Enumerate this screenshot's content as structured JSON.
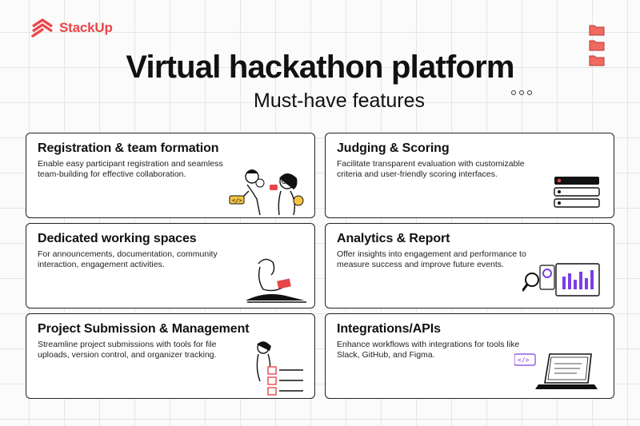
{
  "brand": {
    "name": "StackUp",
    "color": "#e9464a"
  },
  "header": {
    "title": "Virtual hackathon platform",
    "subtitle": "Must-have features"
  },
  "cards": [
    {
      "title": "Registration & team formation",
      "description": "Enable easy participant registration and seamless team-building for effective collaboration.",
      "icon": "team-collaboration-illustration"
    },
    {
      "title": "Judging & Scoring",
      "description": "Facilitate transparent evaluation with customizable criteria and user-friendly scoring interfaces.",
      "icon": "scoring-list-illustration"
    },
    {
      "title": "Dedicated working spaces",
      "description": "For announcements, documentation, community interaction, engagement activities.",
      "icon": "person-laptop-illustration"
    },
    {
      "title": "Analytics & Report",
      "description": "Offer insights into engagement and performance to measure success and improve future events.",
      "icon": "analytics-chart-illustration"
    },
    {
      "title": "Project Submission & Management",
      "description": "Streamline project submissions with tools for file uploads, version control, and organizer tracking.",
      "icon": "checklist-illustration"
    },
    {
      "title": "Integrations/APIs",
      "description": "Enhance workflows with integrations for tools like Slack, GitHub, and Figma.",
      "icon": "laptop-code-illustration"
    }
  ],
  "accent_color": "#e9464a",
  "highlight_color": "#f5c542",
  "chart_color": "#7b3fe4"
}
